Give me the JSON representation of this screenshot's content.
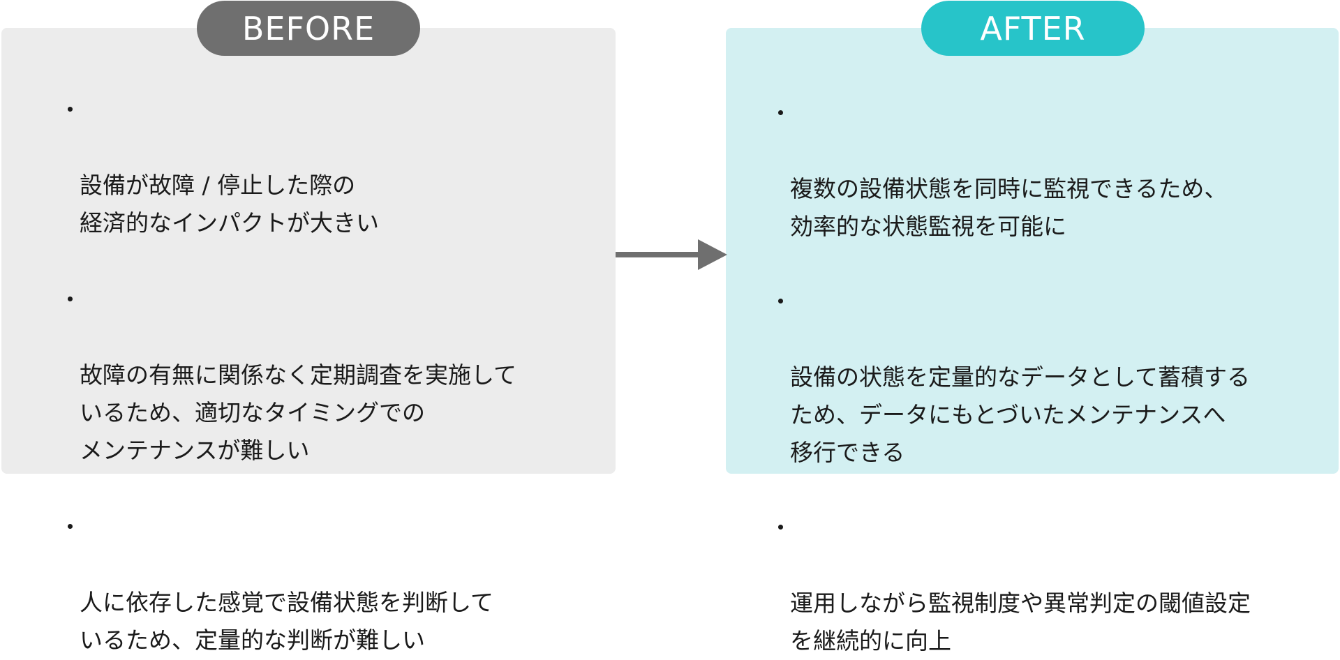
{
  "before": {
    "label": "BEFORE",
    "items": [
      {
        "bullet": "・",
        "text": "設備が故障 / 停止した際の\n経済的なインパクトが大きい"
      },
      {
        "bullet": "・",
        "text": "故障の有無に関係なく定期調査を実施して\nいるため、適切なタイミングでの\nメンテナンスが難しい"
      },
      {
        "bullet": "・",
        "text": "人に依存した感覚で設備状態を判断して\nいるため、定量的な判断が難しい"
      }
    ]
  },
  "after": {
    "label": "AFTER",
    "items": [
      {
        "bullet": "・",
        "text": "複数の設備状態を同時に監視できるため、\n効率的な状態監視を可能に"
      },
      {
        "bullet": "・",
        "text": "設備の状態を定量的なデータとして蓄積する\nため、データにもとづいたメンテナンスへ\n移行できる"
      },
      {
        "bullet": "・",
        "text": "運用しながら監視制度や異常判定の閾値設定\nを継続的に向上"
      }
    ]
  },
  "colors": {
    "before_panel": "#ececec",
    "before_tab": "#6f6f6f",
    "after_panel": "#d3f0f2",
    "after_tab": "#27c4c9",
    "arrow": "#6f6f6f",
    "text": "#1a1a1a"
  },
  "icons": {
    "transition": "arrow-right-icon"
  }
}
